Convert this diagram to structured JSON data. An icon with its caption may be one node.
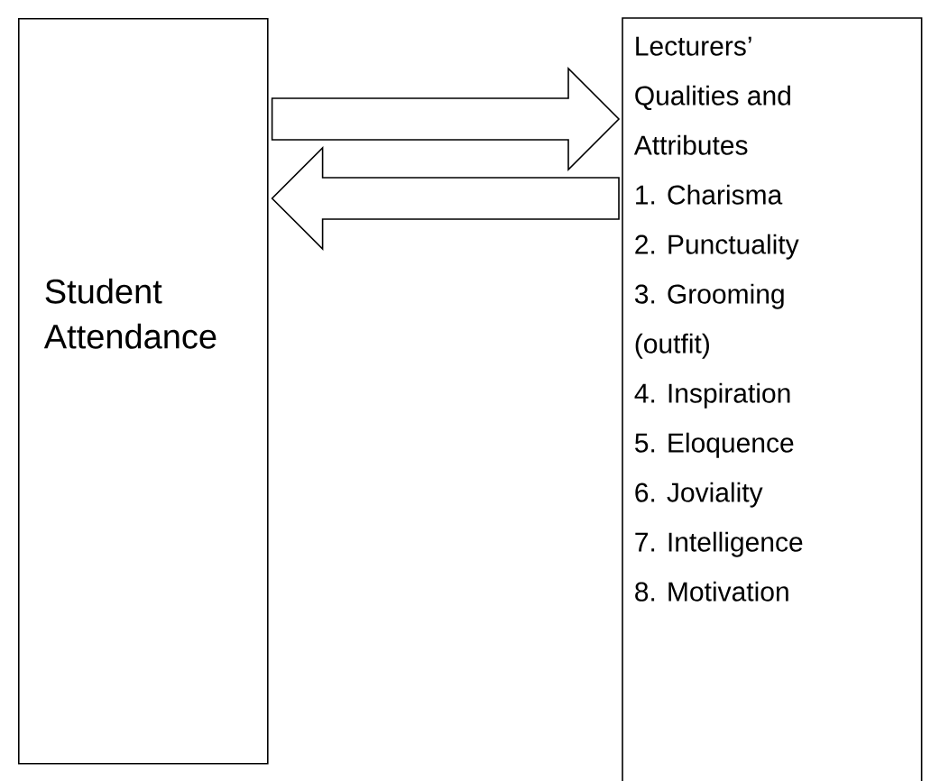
{
  "diagram": {
    "nodes": [
      {
        "text": [
          "Student Attendance"
        ]
      },
      {
        "text": [
          "Lecturers’ Qualities and Attributes",
          "1. Charisma",
          "2. Punctuality",
          "3. Grooming (outfit)",
          "4. Inspiration",
          "5. Eloquence",
          "6. Joviality",
          "7. Intelligence",
          "8. Motivation"
        ]
      }
    ],
    "edges": [
      {
        "from": 0,
        "to": 1,
        "arrow": "to"
      },
      {
        "from": 1,
        "to": 0,
        "arrow": "to"
      }
    ]
  }
}
